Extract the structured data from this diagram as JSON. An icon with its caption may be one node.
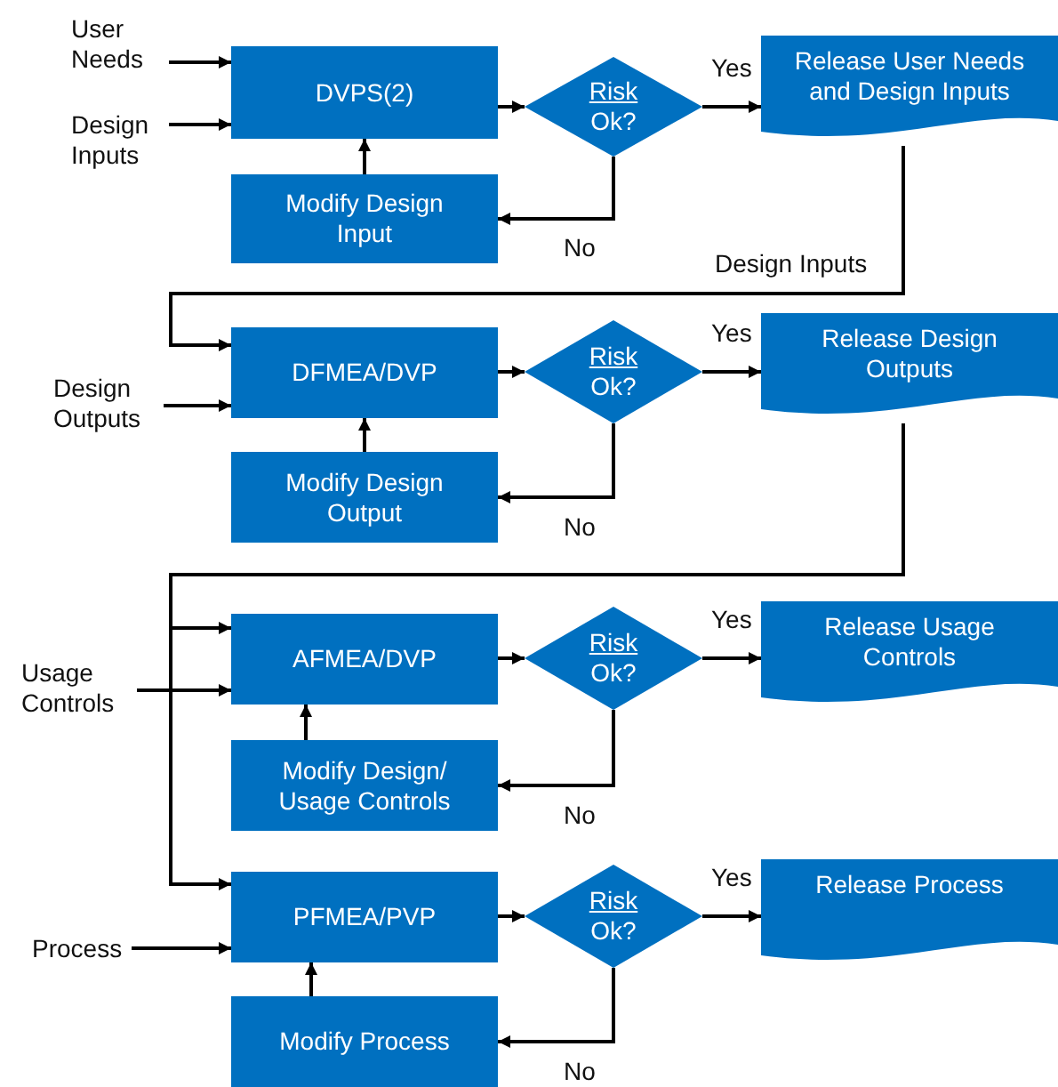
{
  "diagram": {
    "nodes": [
      {
        "text": [
          "User Needs"
        ]
      },
      {
        "text": [
          "Design Inputs"
        ]
      },
      {
        "text": [
          "DVPS(2)"
        ]
      },
      {
        "text": [
          "Risk",
          "Ok?"
        ]
      },
      {
        "text": [
          "Release User Needs and Design Inputs"
        ]
      },
      {
        "text": [
          "Modify Design Input"
        ]
      },
      {
        "text": [
          "Design Outputs"
        ]
      },
      {
        "text": [
          "DFMEA/DVP"
        ]
      },
      {
        "text": [
          "Risk",
          "Ok?"
        ]
      },
      {
        "text": [
          "Release Design Outputs"
        ]
      },
      {
        "text": [
          "Modify Design Output"
        ]
      },
      {
        "text": [
          "Usage Controls"
        ]
      },
      {
        "text": [
          "AFMEA/DVP"
        ]
      },
      {
        "text": [
          "Risk",
          "Ok?"
        ]
      },
      {
        "text": [
          "Release Usage Controls"
        ]
      },
      {
        "text": [
          "Modify Design/ Usage Controls"
        ]
      },
      {
        "text": [
          "Process"
        ]
      },
      {
        "text": [
          "PFMEA/PVP"
        ]
      },
      {
        "text": [
          "Risk",
          "Ok?"
        ]
      },
      {
        "text": [
          "Release Process"
        ]
      },
      {
        "text": [
          "Modify Process"
        ]
      }
    ],
    "edges": [
      {
        "from": 0,
        "to": 2,
        "arrow": "to"
      },
      {
        "from": 1,
        "to": 2,
        "arrow": "to"
      },
      {
        "from": 2,
        "to": 3,
        "arrow": "to"
      },
      {
        "from": 3,
        "to": 4,
        "arrow": "to",
        "label": "Yes"
      },
      {
        "from": 3,
        "to": 5,
        "arrow": "to",
        "label": "No"
      },
      {
        "from": 5,
        "to": 2,
        "arrow": "to"
      },
      {
        "from": 4,
        "to": 7,
        "arrow": "to",
        "label": "Design Inputs"
      },
      {
        "from": 6,
        "to": 7,
        "arrow": "to"
      },
      {
        "from": 7,
        "to": 8,
        "arrow": "to"
      },
      {
        "from": 8,
        "to": 9,
        "arrow": "to",
        "label": "Yes"
      },
      {
        "from": 8,
        "to": 10,
        "arrow": "to",
        "label": "No"
      },
      {
        "from": 10,
        "to": 7,
        "arrow": "to"
      },
      {
        "from": 9,
        "to": 12,
        "arrow": "to"
      },
      {
        "from": 9,
        "to": 17,
        "arrow": "to"
      },
      {
        "from": 11,
        "to": 12,
        "arrow": "to"
      },
      {
        "from": 12,
        "to": 13,
        "arrow": "to"
      },
      {
        "from": 13,
        "to": 14,
        "arrow": "to",
        "label": "Yes"
      },
      {
        "from": 13,
        "to": 15,
        "arrow": "to",
        "label": "No"
      },
      {
        "from": 15,
        "to": 12,
        "arrow": "to"
      },
      {
        "from": 16,
        "to": 17,
        "arrow": "to"
      },
      {
        "from": 17,
        "to": 18,
        "arrow": "to"
      },
      {
        "from": 18,
        "to": 19,
        "arrow": "to",
        "label": "Yes"
      },
      {
        "from": 18,
        "to": 20,
        "arrow": "to",
        "label": "No"
      },
      {
        "from": 20,
        "to": 17,
        "arrow": "to"
      }
    ]
  }
}
